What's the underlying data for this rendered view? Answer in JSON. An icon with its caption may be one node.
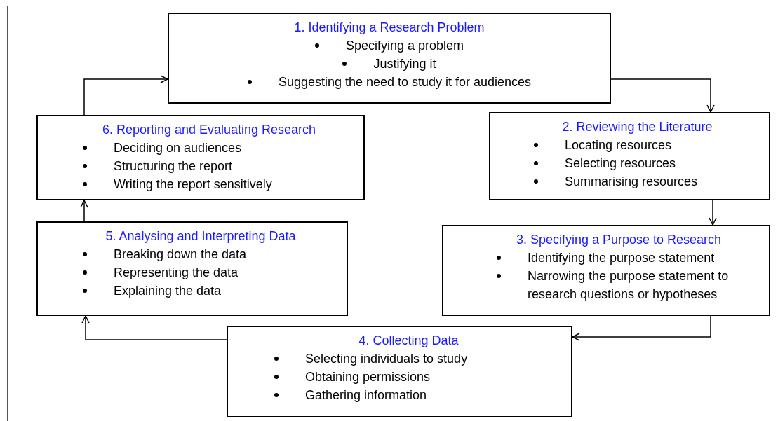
{
  "diagram": {
    "nodes": [
      {
        "text": [
          "1. Identifying a Research Problem",
          "Specifying a problem",
          "Justifying it",
          "Suggesting the need to study it for audiences"
        ]
      },
      {
        "text": [
          "2. Reviewing the Literature",
          "Locating resources",
          "Selecting resources",
          "Summarising resources"
        ]
      },
      {
        "text": [
          "3. Specifying a Purpose to Research",
          "Identifying the purpose statement",
          "Narrowing the purpose statement to research questions or hypotheses"
        ]
      },
      {
        "text": [
          "4. Collecting Data",
          "Selecting individuals to study",
          "Obtaining permissions",
          "Gathering information"
        ]
      },
      {
        "text": [
          "5. Analysing and Interpreting Data",
          "Breaking down the data",
          "Representing the data",
          "Explaining the data"
        ]
      },
      {
        "text": [
          "6. Reporting and Evaluating Research",
          "Deciding on audiences",
          "Structuring the report",
          "Writing the report sensitively"
        ]
      }
    ],
    "edges": [
      {
        "from": 0,
        "to": 1,
        "arrow": "to"
      },
      {
        "from": 1,
        "to": 2,
        "arrow": "to"
      },
      {
        "from": 2,
        "to": 3,
        "arrow": "to"
      },
      {
        "from": 3,
        "to": 4,
        "arrow": "to"
      },
      {
        "from": 4,
        "to": 5,
        "arrow": "to"
      },
      {
        "from": 5,
        "to": 0,
        "arrow": "to"
      }
    ]
  }
}
